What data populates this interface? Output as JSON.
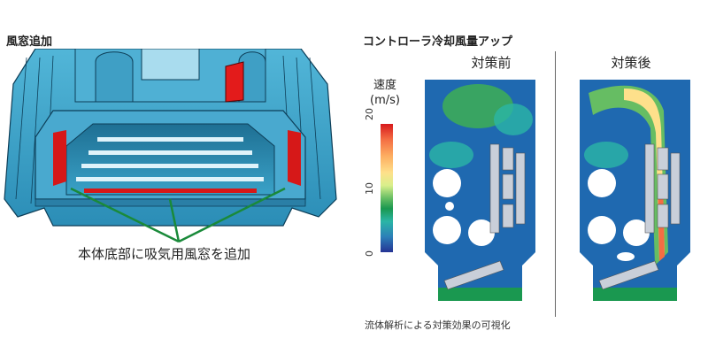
{
  "left": {
    "title": "風窓追加",
    "callout": "本体底部に吸気用風窓を追加"
  },
  "right": {
    "title": "コントローラ冷却風量アップ",
    "before_label": "対策前",
    "after_label": "対策後",
    "caption": "流体解析による対策効果の可視化",
    "colorbar": {
      "title_line1": "速度",
      "title_line2": "(m/s)",
      "ticks": [
        "20",
        "10",
        "0"
      ],
      "colors": [
        "#d7191c",
        "#f46d43",
        "#fdae61",
        "#fee08b",
        "#d9ef8b",
        "#66bd63",
        "#1a9850",
        "#2bb5a6",
        "#2c7fb8",
        "#253494"
      ]
    }
  }
}
